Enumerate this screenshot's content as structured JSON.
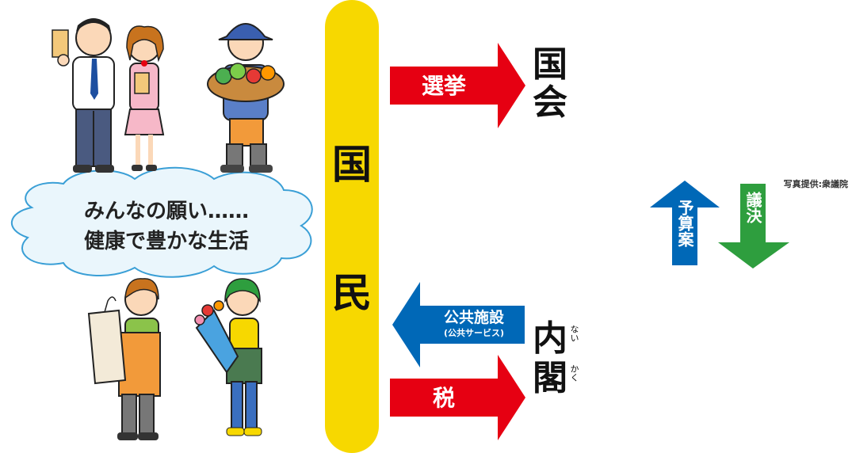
{
  "people_label": "国民",
  "pillar": {
    "char1": "国",
    "char2": "民"
  },
  "wish": {
    "line1": "みんなの願い……",
    "line2": "健康で豊かな生活"
  },
  "flows": {
    "election": "選挙",
    "public": "公共施設",
    "public_sub": "(公共サービス)",
    "tax": "税"
  },
  "diet": {
    "char1": "国",
    "char2": "会"
  },
  "cabinet": {
    "char1": "内",
    "ruby1": "ない",
    "char2": "閣",
    "ruby2": "かく"
  },
  "budget_label": "予算案",
  "resolution_label": "議決",
  "photo_credit": "写真提供:衆議院",
  "colors": {
    "pillar": "#f7d800",
    "red_arrow": "#e60012",
    "blue_arrow": "#0068b7",
    "green_arrow": "#2e9e3e",
    "cloud_fill": "#eaf6fc",
    "cloud_stroke": "#3a9fd6"
  },
  "figures": {
    "top": [
      "office-workers-figure",
      "farmer-figure"
    ],
    "bottom": [
      "shopkeeper-figure",
      "florist-figure"
    ]
  }
}
